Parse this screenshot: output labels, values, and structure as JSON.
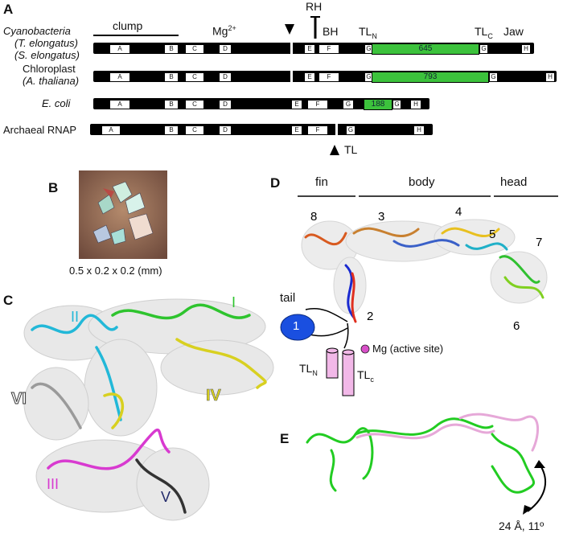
{
  "panels": {
    "A": "A",
    "B": "B",
    "C": "C",
    "D": "D",
    "E": "E"
  },
  "panel_a": {
    "labels": {
      "clump": "clump",
      "mg": "Mg",
      "mg_sup": "2+",
      "rh": "RH",
      "bh": "BH",
      "tln": "TL",
      "tln_sub": "N",
      "tlc": "TL",
      "tlc_sub": "C",
      "jaw": "Jaw",
      "tl_bottom": "TL"
    },
    "rows": [
      {
        "name_lines": [
          "Cyanobacteria",
          "(T. elongatus)",
          "(S. elongatus)"
        ],
        "insert": "645"
      },
      {
        "name_lines": [
          "Chloroplast",
          "(A. thaliana)"
        ],
        "insert": "793"
      },
      {
        "name_lines": [
          "E. coli"
        ],
        "insert": "188"
      },
      {
        "name_lines": [
          "Archaeal RNAP"
        ],
        "insert": ""
      }
    ],
    "domain_letters": [
      "A",
      "B",
      "C",
      "D",
      "E",
      "F",
      "G",
      "G",
      "H"
    ]
  },
  "panel_b": {
    "caption": "0.5 x 0.2 x 0.2 (mm)"
  },
  "panel_c": {
    "numerals": [
      "I",
      "II",
      "III",
      "IV",
      "V",
      "VI"
    ]
  },
  "panel_d": {
    "headers": {
      "fin": "fin",
      "body": "body",
      "head": "head"
    },
    "numbers": [
      "8",
      "3",
      "4",
      "5",
      "7",
      "2",
      "6"
    ],
    "tail": "tail",
    "circle": "1",
    "tln": "TL",
    "tln_sub": "N",
    "tlc": "TL",
    "tlc_sub": "c",
    "mg_note": "Mg (active site)"
  },
  "panel_e": {
    "rotation": "24 Å, 11º"
  },
  "colors": {
    "insert_green": "#3cc23c",
    "domain_I": "#2ec42e",
    "domain_II": "#22b8d8",
    "domain_III": "#d83ad0",
    "domain_IV": "#d8d020",
    "domain_V": "#222a6a",
    "domain_VI": "#333333",
    "tail_circle": "#1a4fe0",
    "mg_dot": "#d84fc8",
    "tl_cylinder": "#f2b8e8",
    "superpose_green": "#22cc22",
    "superpose_pink": "#e6a8d8"
  }
}
